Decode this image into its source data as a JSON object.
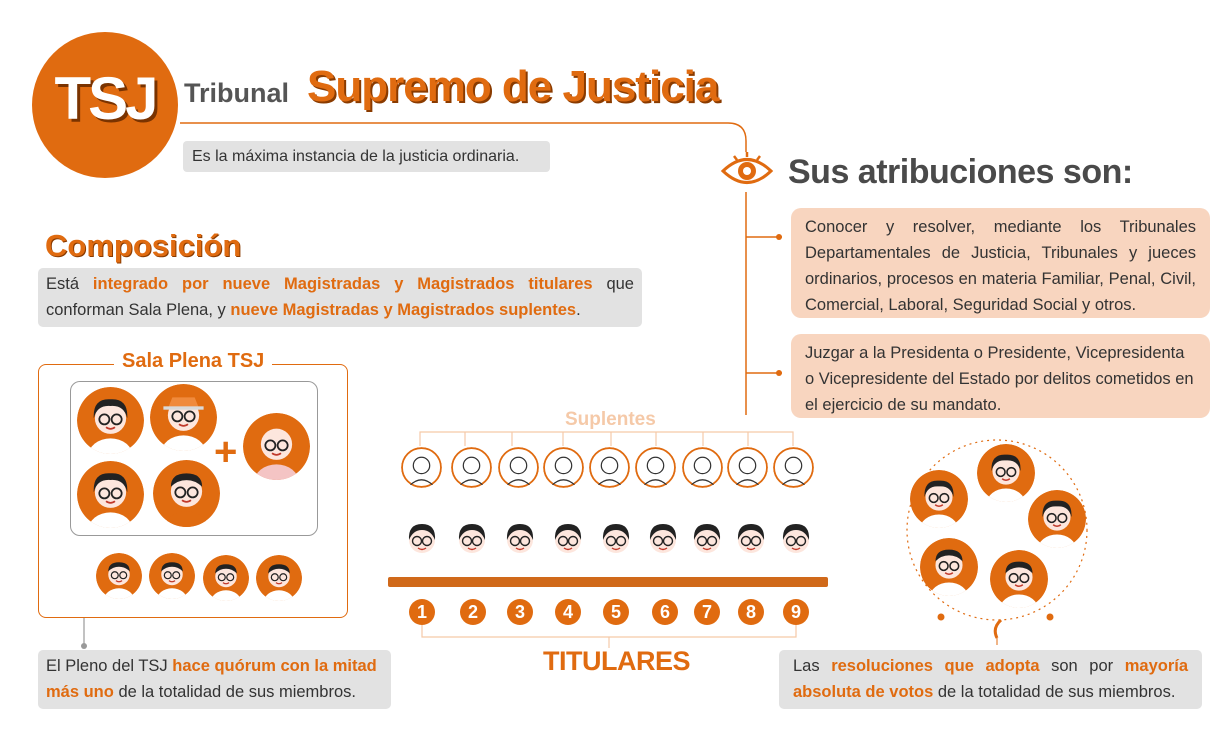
{
  "header": {
    "logo_text": "TSJ",
    "title_prefix": "Tribunal",
    "title_main": "Supremo de Justicia",
    "subtitle": "Es la máxima instancia de la justicia ordinaria."
  },
  "composicion": {
    "title": "Composición",
    "text_1": "Está ",
    "text_2": "integrado por nueve Magistradas y Magistrados titulares",
    "text_3": " que conforman Sala Plena, y ",
    "text_4": "nueve Magistradas y Magistrados suplentes",
    "text_5": "."
  },
  "sala_plena": {
    "title": "Sala Plena TSJ",
    "plus": "+"
  },
  "pleno": {
    "text_1": "El Pleno del TSJ ",
    "text_2": "hace quórum con la mitad más uno",
    "text_3": " de la totalidad de sus miembros."
  },
  "atribuciones": {
    "title": "Sus atribuciones son:",
    "items": [
      "Conocer y resolver, mediante los Tribunales Departamentales de Justicia, Tribunales y jueces ordinarios, procesos en materia Familiar, Penal, Civil, Comercial, Laboral, Seguridad Social y otros.",
      "Juzgar a la Presidenta o Presidente, Vicepresidenta o Vicepresidente del Estado por delitos cometidos en el ejercicio de su mandato."
    ]
  },
  "magistrados": {
    "suplentes_label": "Suplentes",
    "titulares_label": "TITULARES",
    "numbers": [
      "1",
      "2",
      "3",
      "4",
      "5",
      "6",
      "7",
      "8",
      "9"
    ]
  },
  "resoluciones": {
    "text_1": "Las ",
    "text_2": "resoluciones que adopta",
    "text_3": " son por ",
    "text_4": "mayoría absoluta de votos",
    "text_5": " de la totalidad de sus miembros."
  },
  "icons": [
    "eye-icon"
  ],
  "colors": {
    "accent": "#e06b10",
    "light_accent": "#f8d5bf",
    "gray_box": "#e2e2e2",
    "text": "#333333"
  }
}
